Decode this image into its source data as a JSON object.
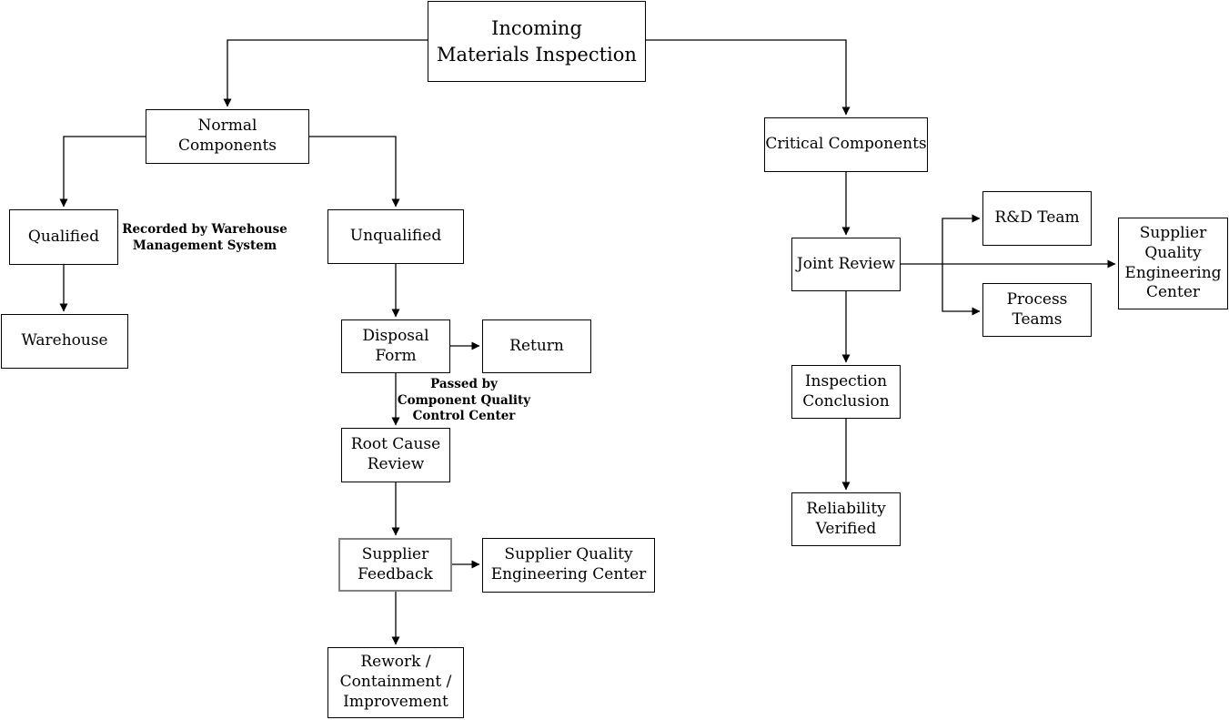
{
  "diagram": {
    "nodes": {
      "incoming": {
        "label": "Incoming\nMaterials Inspection"
      },
      "normal": {
        "label": "Normal Components"
      },
      "critical": {
        "label": "Critical Components"
      },
      "qualified": {
        "label": "Qualified"
      },
      "unqualified": {
        "label": "Unqualified"
      },
      "warehouse": {
        "label": "Warehouse"
      },
      "disposal_form": {
        "label": "Disposal\nForm"
      },
      "return": {
        "label": "Return"
      },
      "root_cause": {
        "label": "Root Cause\nReview"
      },
      "supplier_feedback": {
        "label": "Supplier\nFeedback"
      },
      "sqec_left": {
        "label": "Supplier Quality\nEngineering Center"
      },
      "rework": {
        "label": "Rework /\nContainment /\nImprovement"
      },
      "joint_review": {
        "label": "Joint Review"
      },
      "rd_team": {
        "label": "R&D Team"
      },
      "process_teams": {
        "label": "Process\nTeams"
      },
      "sqec_right": {
        "label": "Supplier\nQuality\nEngineering\nCenter"
      },
      "inspection_conclusion": {
        "label": "Inspection\nConclusion"
      },
      "reliability": {
        "label": "Reliability\nVerified"
      }
    },
    "annotations": {
      "recorded_by": "Recorded by Warehouse\nManagement System",
      "passed_by": "Passed by\nComponent Quality\nControl Center"
    },
    "colors": {
      "background": "#ffffff",
      "node_border": "#000000",
      "selected_node_border": "#828282",
      "connector": "#000000",
      "text": "#000000"
    }
  }
}
